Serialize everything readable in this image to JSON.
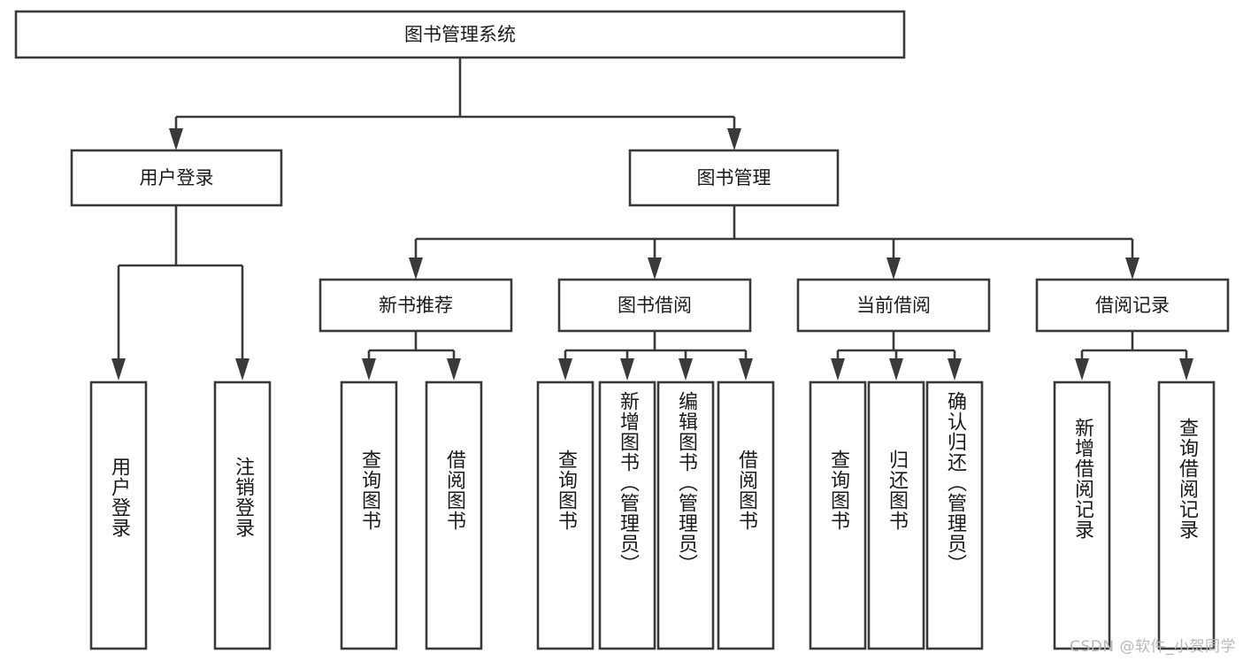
{
  "diagram": {
    "title": "图书管理系统",
    "watermark": "CSDN @软件_小贺同学",
    "colors": {
      "box_stroke": "#3a3a3a",
      "box_fill": "#ffffff",
      "text": "#1a1a1a",
      "watermark": "#b8b8b8",
      "background": "#ffffff"
    },
    "root": {
      "label": "图书管理系统"
    },
    "level2": [
      {
        "label": "用户登录"
      },
      {
        "label": "图书管理"
      }
    ],
    "level3": [
      {
        "label": "新书推荐"
      },
      {
        "label": "图书借阅"
      },
      {
        "label": "当前借阅"
      },
      {
        "label": "借阅记录"
      }
    ],
    "leaves": {
      "user_login": [
        {
          "label": "用户登录"
        },
        {
          "label": "注销登录"
        }
      ],
      "new_book_recommend": [
        {
          "label": "查询图书"
        },
        {
          "label": "借阅图书"
        }
      ],
      "book_borrow": [
        {
          "label": "查询图书"
        },
        {
          "label": "新增图书（管理员）"
        },
        {
          "label": "编辑图书（管理员）"
        },
        {
          "label": "借阅图书"
        }
      ],
      "current_borrow": [
        {
          "label": "查询图书"
        },
        {
          "label": "归还图书"
        },
        {
          "label": "确认归还（管理员）"
        }
      ],
      "borrow_record": [
        {
          "label": "新增借阅记录"
        },
        {
          "label": "查询借阅记录"
        }
      ]
    }
  }
}
